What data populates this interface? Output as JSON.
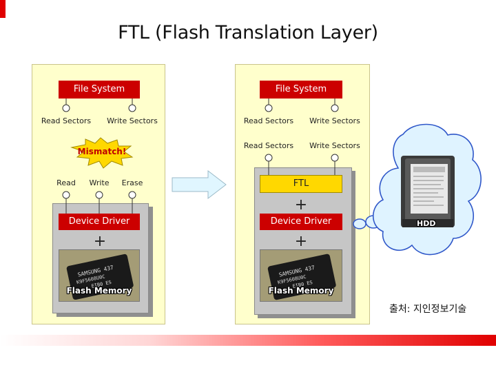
{
  "title": "FTL (Flash Translation Layer)",
  "left": {
    "file_system": "File System",
    "read_sectors": "Read Sectors",
    "write_sectors": "Write Sectors",
    "mismatch": "Mismatch!",
    "ops": [
      "Read",
      "Write",
      "Erase"
    ],
    "device_driver": "Device Driver",
    "plus": "+",
    "flash_memory": "Flash Memory"
  },
  "right": {
    "file_system": "File System",
    "read_sectors_1": "Read Sectors",
    "write_sectors_1": "Write Sectors",
    "read_sectors_2": "Read Sectors",
    "write_sectors_2": "Write Sectors",
    "ftl": "FTL",
    "plus_1": "+",
    "device_driver": "Device Driver",
    "plus_2": "+",
    "flash_memory": "Flash Memory"
  },
  "cloud": {
    "hdd": "HDD"
  },
  "caption": "출처: 지인정보기술",
  "chip_text": [
    "SAMSUNG 437",
    "K9F5608U0C",
    "EIB0 ES"
  ],
  "colors": {
    "panel": "#ffffcc",
    "fs_box": "#cc0000",
    "ftl_box": "#ffd800",
    "cloud": "#dff3ff",
    "arrow": "#e0f6ff"
  }
}
